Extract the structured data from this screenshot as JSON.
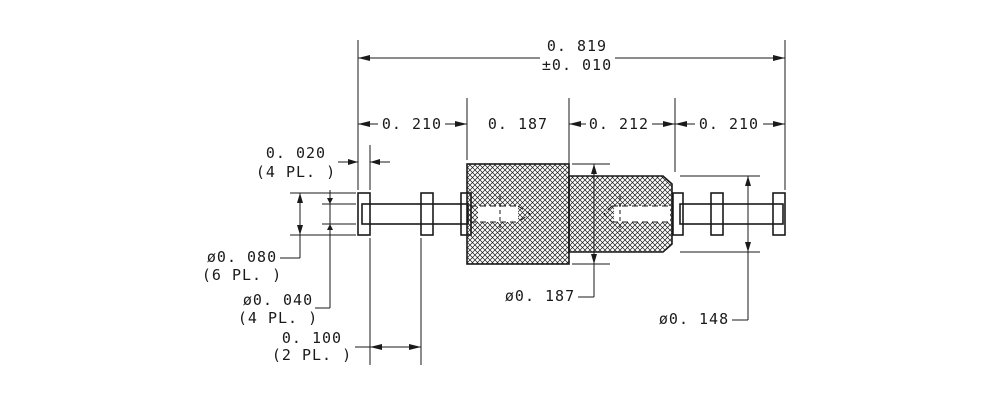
{
  "dimensions": {
    "overall_length": "0. 819",
    "overall_tolerance": "±0. 010",
    "seg_left": "0. 210",
    "seg_body_left": "0. 187",
    "seg_body_right": "0. 212",
    "seg_right": "0. 210",
    "flange_thickness": "0. 020",
    "flange_thickness_qty": "(4 PL. )",
    "flange_dia": "ø0. 080",
    "flange_dia_qty": "(6 PL. )",
    "pin_dia": "ø0. 040",
    "pin_dia_qty": "(4 PL. )",
    "flange_spacing": "0. 100",
    "flange_spacing_qty": "(2 PL. )",
    "body_dia": "ø0. 187",
    "body_right_dia": "ø0. 148"
  },
  "colors": {
    "line": "#1a1a1a",
    "background": "#ffffff",
    "knurl": "#1a1a1a"
  }
}
